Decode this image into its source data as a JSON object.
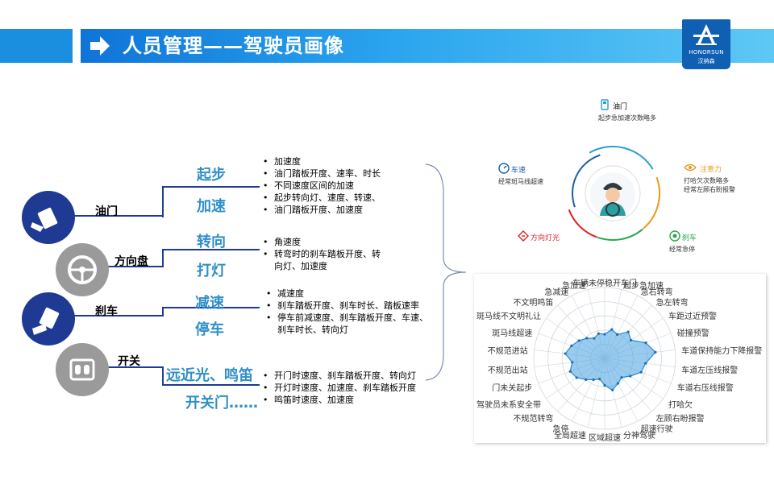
{
  "header": {
    "title": "人员管理——驾驶员画像",
    "logo_text": "HONORSUN",
    "logo_subtext": "汉纳森"
  },
  "controls": [
    {
      "label": "油门",
      "icon": "throttle-pedal-icon"
    },
    {
      "label": "方向盘",
      "icon": "steering-wheel-icon"
    },
    {
      "label": "刹车",
      "icon": "brake-pedal-icon"
    },
    {
      "label": "开关",
      "icon": "switch-icon"
    }
  ],
  "actions": [
    {
      "label": "起步"
    },
    {
      "label": "加速"
    },
    {
      "label": "转向"
    },
    {
      "label": "打灯"
    },
    {
      "label": "减速"
    },
    {
      "label": "停车"
    },
    {
      "label": "远近光、鸣笛"
    },
    {
      "label": "开关门……"
    }
  ],
  "details": {
    "g1": [
      "加速度",
      "油门踏板开度、速率、时长",
      "不同速度区间的加速",
      "起步转向灯、速度、转速、",
      "油门踏板开度、加速度"
    ],
    "g2": [
      "角速度",
      "转弯时的刹车踏板开度、转",
      "向灯、加速度"
    ],
    "g3": [
      "减速度",
      "刹车踏板开度、刹车时长、踏板速率",
      "停车前减速度、刹车踏板开度、车速、",
      "刹车时长、转向灯"
    ],
    "g4": [
      "开门时速度、刹车踏板开度、转向灯",
      "开灯时速度、加速度、刹车踏板开度",
      "鸣笛时速度、加速度"
    ]
  },
  "portrait": {
    "oil": {
      "title": "油门",
      "desc": "起步急加速次数略多",
      "color": "#2aa0d0"
    },
    "attention": {
      "title": "注意力",
      "desc1": "打哈欠次数略多",
      "desc2": "经常左顾右盼报警",
      "color": "#e89a1a"
    },
    "brake": {
      "title": "刹车",
      "desc": "经常急停",
      "color": "#2aa84a"
    },
    "turnlight": {
      "title": "方向灯光",
      "color": "#e02020"
    },
    "speed": {
      "title": "车速",
      "desc": "经常斑马线超速",
      "color": "#1a5fa8"
    }
  },
  "radar": {
    "labels": [
      "车辆未停稳开车门",
      "起步急加速",
      "急右转弯",
      "急左转弯",
      "车距过近预警",
      "碰撞预警",
      "车道保持能力下降报警",
      "车道左压线报警",
      "车道右压线报警",
      "打哈欠",
      "左顾右盼报警",
      "超速行驶",
      "分神驾驶",
      "区域超速",
      "全局超速",
      "急停",
      "不规范转弯",
      "驾驶员未系安全带",
      "门未关起步",
      "不规范出站",
      "不规范进站",
      "斑马线超速",
      "斑马线不文明礼让",
      "不文明鸣笛",
      "急减速",
      "急加速"
    ],
    "values": [
      0.34,
      0.42,
      0.38,
      0.5,
      0.45,
      0.62,
      0.72,
      0.58,
      0.55,
      0.44,
      0.36,
      0.4,
      0.46,
      0.38,
      0.3,
      0.34,
      0.4,
      0.48,
      0.52,
      0.46,
      0.56,
      0.5,
      0.44,
      0.38,
      0.32,
      0.36
    ]
  }
}
